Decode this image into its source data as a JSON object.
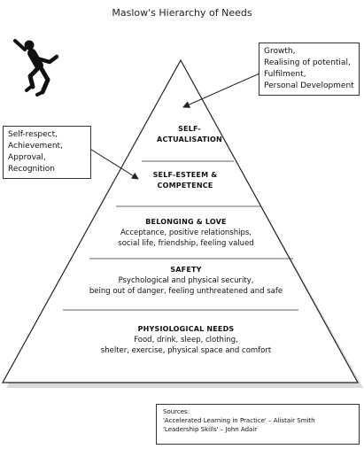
{
  "title": "Maslow's Hierarchy of Needs",
  "callouts": {
    "top_right": [
      "Growth,",
      "Realising of potential,",
      "Fulfilment,",
      "Personal Development"
    ],
    "left": [
      "Self-respect,",
      "Achievement,",
      "Approval,",
      "Recognition"
    ]
  },
  "layers": [
    {
      "heading": [
        "SELF-",
        "ACTUALISATION"
      ],
      "detail": []
    },
    {
      "heading": [
        "SELF-ESTEEM &",
        "COMPETENCE"
      ],
      "detail": []
    },
    {
      "heading": [
        "BELONGING & LOVE"
      ],
      "detail": [
        "Acceptance, positive relationships,",
        "social life, friendship, feeling valued"
      ]
    },
    {
      "heading": [
        "SAFETY"
      ],
      "detail": [
        "Psychological and physical security,",
        "being out of danger, feeling unthreatened and safe"
      ]
    },
    {
      "heading": [
        "PHYSIOLOGICAL NEEDS"
      ],
      "detail": [
        "Food, drink, sleep, clothing,",
        "shelter, exercise, physical space and comfort"
      ]
    }
  ],
  "sources": {
    "label": "Sources:",
    "items": [
      "'Accelerated Learning in Practice' – Alistair Smith",
      "'Leadership Skills' – John Adair"
    ]
  },
  "colors": {
    "line": "#222222",
    "shadow": "#bbbbbb",
    "figure": "#111111"
  },
  "icons": {
    "figure": "jumping-person-icon"
  }
}
